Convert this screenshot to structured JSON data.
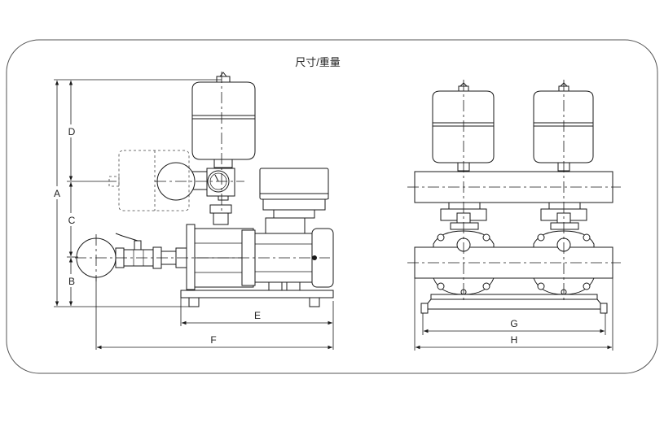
{
  "title": "尺寸/重量",
  "dimension_labels": {
    "A": "A",
    "B": "B",
    "C": "C",
    "D": "D",
    "E": "E",
    "F": "F",
    "G": "G",
    "H": "H"
  },
  "colors": {
    "line": "#1a1a1a",
    "frame": "#555555",
    "background": "#ffffff"
  }
}
